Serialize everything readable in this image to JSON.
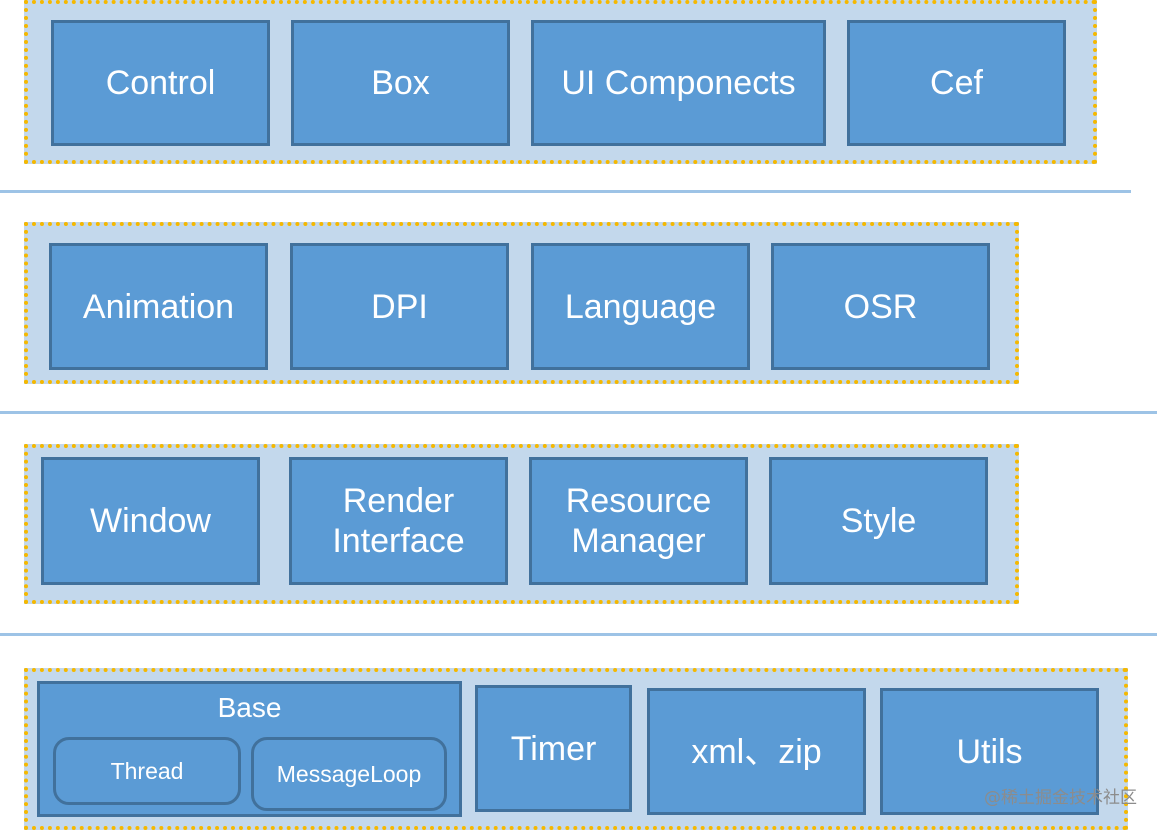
{
  "layers": {
    "top": {
      "items": [
        "Control",
        "Box",
        "UI Componects",
        "Cef"
      ]
    },
    "second": {
      "items": [
        "Animation",
        "DPI",
        "Language",
        "OSR"
      ]
    },
    "third": {
      "items": [
        "Window",
        "Render\nInterface",
        "Resource\nManager",
        "Style"
      ]
    },
    "bottom": {
      "base": {
        "title": "Base",
        "items": [
          "Thread",
          "MessageLoop"
        ]
      },
      "items": [
        "Timer",
        "xml、zip",
        "Utils"
      ]
    }
  },
  "watermark": "@稀土掘金技术社区",
  "colors": {
    "box_fill": "#5b9bd5",
    "box_border": "#41719c",
    "layer_fill": "#c3d8ec",
    "layer_border": "#f5b800",
    "divider": "#9dc3e6"
  }
}
